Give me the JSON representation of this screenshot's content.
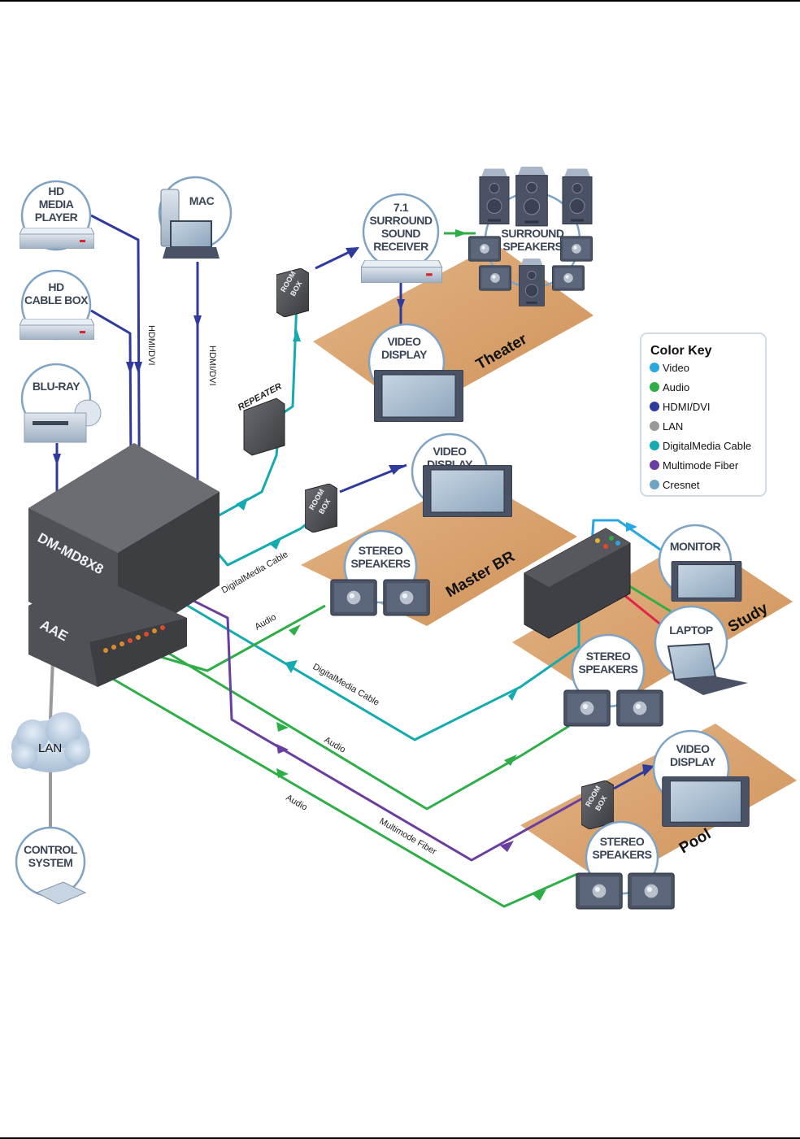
{
  "diagram": {
    "colors": {
      "video": "#29a8e0",
      "audio": "#2fae48",
      "hdmi": "#2e3a9c",
      "lan": "#999999",
      "digitalmedia": "#14aab0",
      "fiber": "#6a3ea0",
      "cresnet": "#6fa3c6",
      "floor": "#d9a06a",
      "bubble": "#7fa3c4",
      "red_cable": "#e0254a"
    },
    "sources": {
      "hd_media_player": [
        "HD",
        "MEDIA",
        "PLAYER"
      ],
      "hd_cable_box": [
        "HD",
        "CABLE BOX"
      ],
      "blu_ray": [
        "BLU-RAY"
      ],
      "mac": [
        "MAC"
      ]
    },
    "equipment": {
      "switcher": "DM-MD8X8",
      "amplifier": "AAE",
      "repeater": "REPEATER",
      "room_box": [
        "ROOM",
        "BOX"
      ]
    },
    "network": {
      "lan": "LAN",
      "control_system": [
        "CONTROL",
        "SYSTEM"
      ]
    },
    "rooms": {
      "theater": {
        "label": "Theater",
        "receiver": [
          "7.1",
          "SURROUND",
          "SOUND",
          "RECEIVER"
        ],
        "speakers": [
          "SURROUND",
          "SPEAKERS"
        ],
        "display": [
          "VIDEO",
          "DISPLAY"
        ]
      },
      "master_br": {
        "label": "Master BR",
        "display": [
          "VIDEO",
          "DISPLAY"
        ],
        "speakers": [
          "STEREO",
          "SPEAKERS"
        ]
      },
      "study": {
        "label": "Study",
        "monitor": [
          "MONITOR"
        ],
        "laptop": [
          "LAPTOP"
        ],
        "speakers": [
          "STEREO",
          "SPEAKERS"
        ]
      },
      "pool": {
        "label": "Pool",
        "display": [
          "VIDEO",
          "DISPLAY"
        ],
        "speakers": [
          "STEREO",
          "SPEAKERS"
        ]
      }
    },
    "cable_labels": {
      "hdmi_1": "HDMI/DVI",
      "hdmi_2": "HDMI/DVI",
      "dm_master": "DigitalMedia Cable",
      "audio_master": "Audio",
      "dm_study": "DigitalMedia Cable",
      "audio_study": "Audio",
      "audio_pool": "Audio",
      "fiber_pool": "Multimode Fiber"
    },
    "color_key": {
      "title": "Color Key",
      "items": [
        {
          "label": "Video",
          "color": "#29a8e0"
        },
        {
          "label": "Audio",
          "color": "#2fae48"
        },
        {
          "label": "HDMI/DVI",
          "color": "#2e3a9c"
        },
        {
          "label": "LAN",
          "color": "#999999"
        },
        {
          "label": "DigitalMedia Cable",
          "color": "#14aab0"
        },
        {
          "label": "Multimode Fiber",
          "color": "#6a3ea0"
        },
        {
          "label": "Cresnet",
          "color": "#6fa3c6"
        }
      ]
    }
  }
}
